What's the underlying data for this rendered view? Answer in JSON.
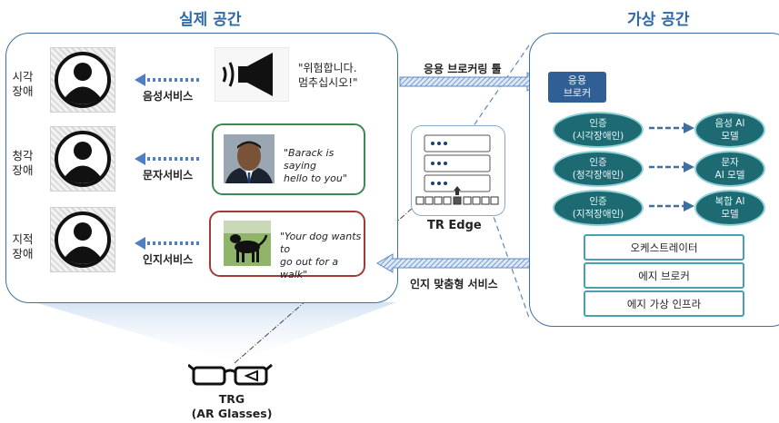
{
  "titles": {
    "real_space": "실제 공간",
    "virtual_space": "가상 공간"
  },
  "rows": [
    {
      "disability": [
        "시각",
        "장애"
      ],
      "service": "음성서비스",
      "message": [
        "\"위험합니다.",
        "멈추십시오!\""
      ]
    },
    {
      "disability": [
        "청각",
        "장애"
      ],
      "service": "문자서비스",
      "message": [
        "\"Barack is saying",
        "hello to you\""
      ]
    },
    {
      "disability": [
        "지적",
        "장애"
      ],
      "service": "인지서비스",
      "message": [
        "\"Your dog wants to",
        "go out for a walk\""
      ]
    }
  ],
  "arrows": {
    "top_label": "응용 브로커링 툴",
    "bottom_label": "인지 맞춤형 서비스"
  },
  "edge": {
    "label": "TR Edge"
  },
  "glasses": {
    "line1": "TRG",
    "line2": "(AR Glasses)"
  },
  "virtual": {
    "broker": [
      "응용",
      "브로커"
    ],
    "auth": [
      {
        "line1": "인증",
        "line2": "(시각장애인)",
        "model": [
          "음성 AI",
          "모델"
        ]
      },
      {
        "line1": "인증",
        "line2": "(청각장애인)",
        "model": [
          "문자",
          "AI 모델"
        ]
      },
      {
        "line1": "인증",
        "line2": "(지적장애인)",
        "model": [
          "복합 AI",
          "모델"
        ]
      }
    ],
    "stack": [
      "오케스트레이터",
      "에지 브로커",
      "에지 가상 인프라"
    ]
  },
  "colors": {
    "title_blue": "#2e6aa8",
    "arrow_blue": "#4f7fc0",
    "oval_teal": "#1e6a73",
    "card_green": "#3a8a55",
    "card_red": "#a33a3a",
    "broker_navy": "#2f5f94"
  }
}
